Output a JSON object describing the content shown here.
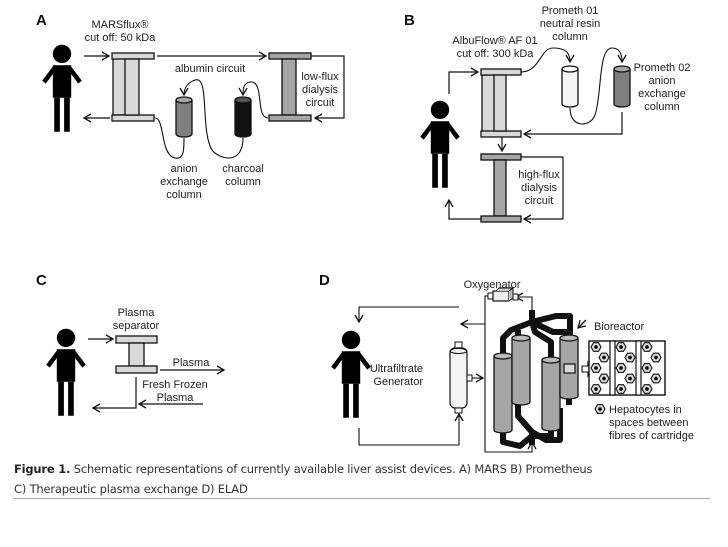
{
  "colors": {
    "light_filter": "#d9d9d9",
    "mid_filter": "#a6a6a6",
    "dark_column": "#7f7f7f",
    "charcoal": "#111111",
    "line": "#111111",
    "white_column": "#f4f4f4"
  },
  "panels": {
    "A": {
      "letter": "A",
      "filter_label_1": "MARSflux®",
      "filter_label_2": "cut off: 50 kDa",
      "albumin_circuit": "albumin circuit",
      "dialysis_1": "low-flux",
      "dialysis_2": "dialysis",
      "dialysis_3": "circuit",
      "anion_1": "anion",
      "anion_2": "exchange",
      "anion_3": "column",
      "charcoal_1": "charcoal",
      "charcoal_2": "column"
    },
    "B": {
      "letter": "B",
      "filter_label_1": "AlbuFlow® AF 01",
      "filter_label_2": "cut off: 300 kDa",
      "prometh01_1": "Prometh 01",
      "prometh01_2": "neutral resin",
      "prometh01_3": "column",
      "prometh02_1": "Prometh 02",
      "prometh02_2": "anion",
      "prometh02_3": "exchange",
      "prometh02_4": "column",
      "dialysis_1": "high-flux",
      "dialysis_2": "dialysis",
      "dialysis_3": "circuit"
    },
    "C": {
      "letter": "C",
      "separator_1": "Plasma",
      "separator_2": "separator",
      "plasma": "Plasma",
      "ffp_1": "Fresh Frozen",
      "ffp_2": "Plasma"
    },
    "D": {
      "letter": "D",
      "oxygenator": "Oxygenator",
      "bioreactor": "Bioreactor",
      "ultra_1": "Ultrafiltrate",
      "ultra_2": "Generator",
      "hep_1": "Hepatocytes in",
      "hep_2": "spaces between",
      "hep_3": "fibres of cartridge"
    }
  },
  "caption": {
    "label": "Figure 1.",
    "line1": " Schematic representations of currently available liver assist devices. A) MARS B) Prometheus",
    "line2": "C) Therapeutic plasma exchange D) ELAD"
  }
}
